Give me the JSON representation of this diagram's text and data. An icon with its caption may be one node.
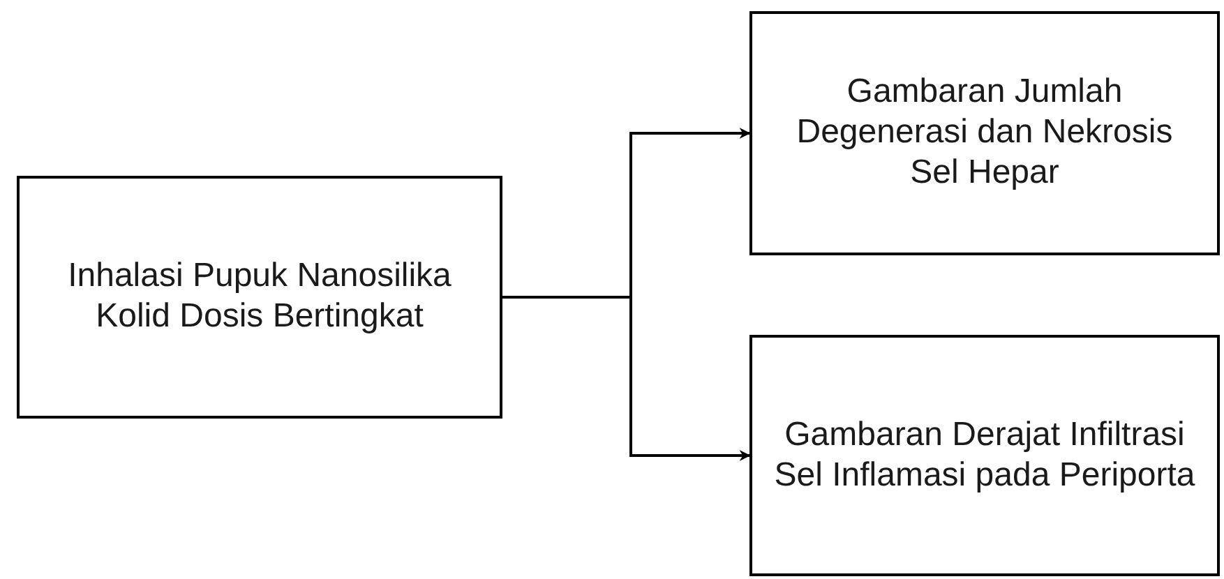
{
  "diagram": {
    "nodes": [
      {
        "text": [
          "Inhalasi Pupuk Nanosilika Kolid Dosis Bertingkat"
        ]
      },
      {
        "text": [
          "Gambaran Jumlah Degenerasi dan Nekrosis Sel Hepar"
        ]
      },
      {
        "text": [
          "Gambaran Derajat Infiltrasi Sel Inflamasi pada Periporta"
        ]
      }
    ],
    "edges": [
      {
        "from": 0,
        "to": 1,
        "arrow": "to"
      },
      {
        "from": 0,
        "to": 2,
        "arrow": "to"
      }
    ]
  }
}
